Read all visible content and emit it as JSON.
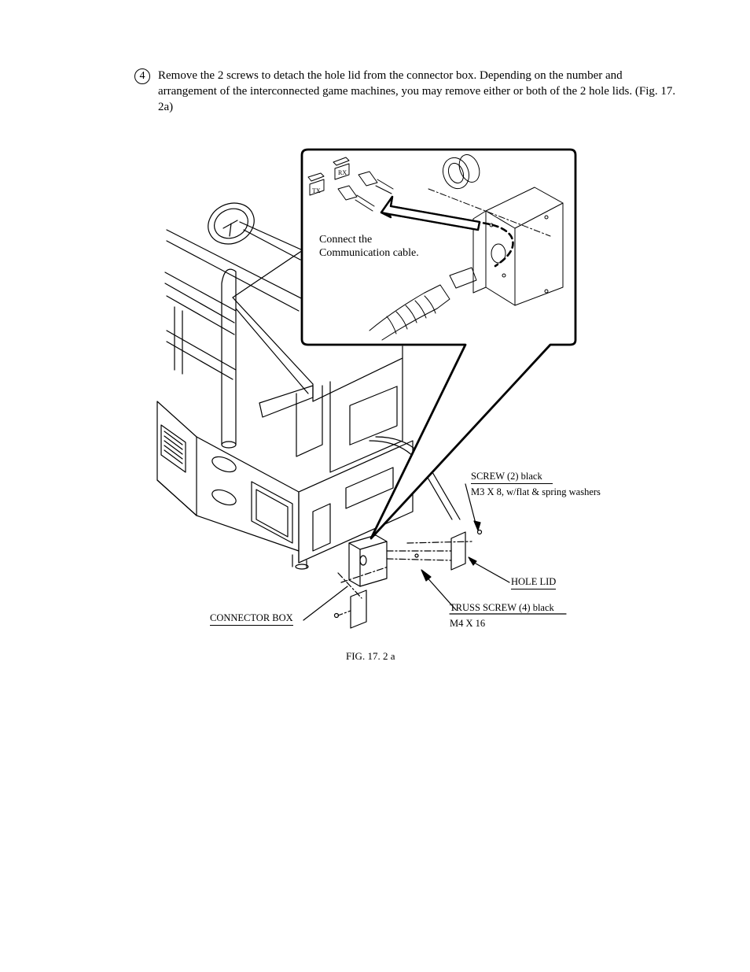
{
  "step": {
    "number": "4",
    "text": "Remove the 2 screws to detach the hole lid from the connector box. Depending on the number and arrangement of the interconnected game machines, you may remove either or both of the 2 hole lids. (Fig. 17. 2a)"
  },
  "figure": {
    "callout_line1": "Connect the",
    "callout_line2": "Communication cable.",
    "tx_label": "TX",
    "rx_label": "RX",
    "labels": {
      "screw_title": "SCREW (2) black",
      "screw_spec": "M3 X 8, w/flat & spring washers",
      "hole_lid": "HOLE LID",
      "truss_title": "TRUSS SCREW (4) black",
      "truss_spec": "M4 X 16",
      "connector_box": "CONNECTOR BOX"
    },
    "caption": "FIG. 17. 2 a"
  }
}
